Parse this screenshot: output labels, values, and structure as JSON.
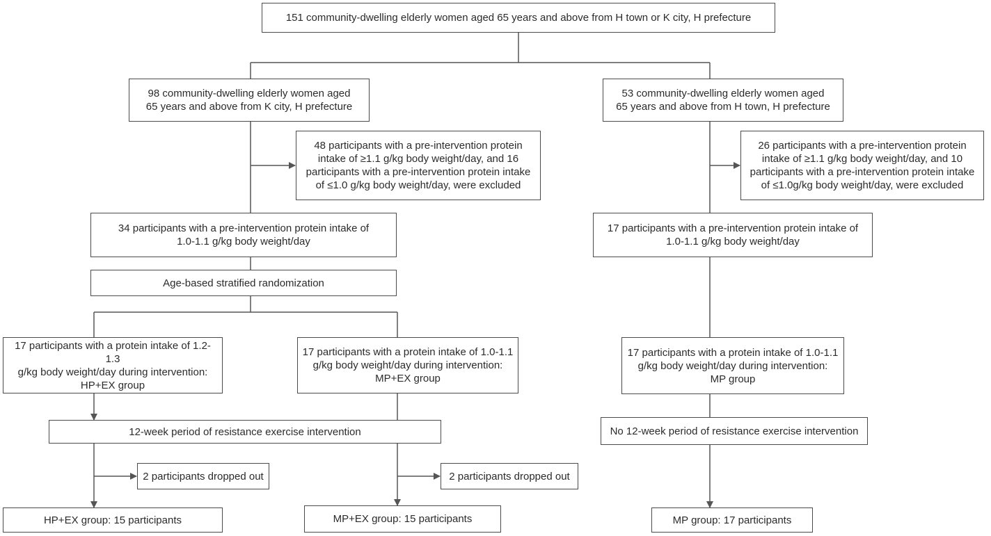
{
  "flow": {
    "top": "151 community-dwelling elderly women aged 65 years and above from H town or K city, H prefecture",
    "k_city": "98 community-dwelling elderly women aged\n65 years and above from K city, H prefecture",
    "h_town": "53 community-dwelling elderly women aged\n65 years and above from H town, H prefecture",
    "k_excluded": "48 participants with a pre-intervention protein\nintake of ≥1.1 g/kg body weight/day, and 16\nparticipants with a pre-intervention protein intake\nof ≤1.0 g/kg body weight/day, were excluded",
    "h_excluded": "26 participants with a pre-intervention protein\nintake of ≥1.1 g/kg body weight/day, and 10\nparticipants with a pre-intervention protein intake\nof ≤1.0g/kg body weight/day, were excluded",
    "k_eligible": "34 participants with a pre-intervention protein intake of\n1.0-1.1 g/kg body weight/day",
    "h_eligible": "17 participants with a pre-intervention protein intake of\n1.0-1.1 g/kg body weight/day",
    "randomization": "Age-based stratified randomization",
    "hp_ex_alloc": "17 participants with a protein intake of 1.2-1.3\ng/kg body weight/day during intervention:\nHP+EX group",
    "mp_ex_alloc": "17 participants with a protein intake of 1.0-1.1\ng/kg body weight/day during intervention:\nMP+EX group",
    "mp_alloc": "17 participants with a protein intake of 1.0-1.1\ng/kg body weight/day during intervention:\nMP group",
    "exercise": "12-week period of resistance exercise intervention",
    "no_exercise": "No 12-week period of resistance exercise intervention",
    "hp_ex_dropout": "2 participants dropped out",
    "mp_ex_dropout": "2 participants dropped out",
    "hp_ex_final": "HP+EX group: 15 participants",
    "mp_ex_final": "MP+EX group: 15 participants",
    "mp_final": "MP group: 17 participants"
  },
  "colors": {
    "line": "#555555",
    "border": "#4a4a4a",
    "text": "#2b2b2b"
  }
}
